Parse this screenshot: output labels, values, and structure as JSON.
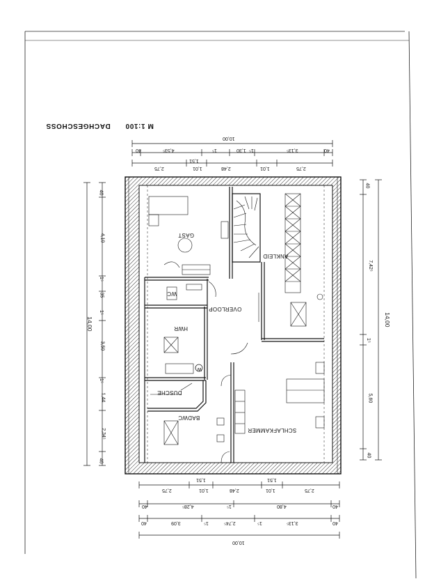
{
  "drawing": {
    "title": "DACHGESCHOSS",
    "scale": "M 1:100"
  },
  "rooms": {
    "gast": "GAST",
    "wc": "WC",
    "hwr": "HWR",
    "dusche": "DUSCHE",
    "badwc": "BADWC",
    "overloop": "OVERLOOP",
    "ankleid": "ANKLEID",
    "schlafkammer": "SCHLAFKAMMER",
    "w_symbol": "W"
  },
  "dims_top": {
    "total": "10,00",
    "row1": [
      "40",
      "3,13⁵",
      "1⁵",
      "1,30",
      "1⁵",
      "4,53⁵",
      "40"
    ],
    "row2": [
      "2,75",
      "1,01",
      "2,48",
      "1,01",
      "1,51",
      "2,75"
    ]
  },
  "dims_bottom": {
    "row1": [
      "2,75",
      "1,01",
      "2,48",
      "1,01",
      "1,51",
      "2,75"
    ],
    "row2": [
      "40",
      "4,80",
      "1⁵",
      "4,28⁵",
      "40"
    ],
    "row3": [
      "40",
      "3,13⁵",
      "1⁵",
      "2,74⁵",
      "1⁵",
      "3,09",
      "40"
    ],
    "total": "10,00"
  },
  "dims_left": {
    "total": "14,00",
    "segments": [
      "40",
      "4,10",
      "1⁵",
      "35",
      "1⁵",
      "3,50",
      "1⁵",
      "1,44",
      "2,34⁵",
      "40"
    ]
  },
  "dims_right": {
    "total": "14,00",
    "segments": [
      "40",
      "7,42⁵",
      "1⁵",
      "5,60",
      "40"
    ]
  }
}
